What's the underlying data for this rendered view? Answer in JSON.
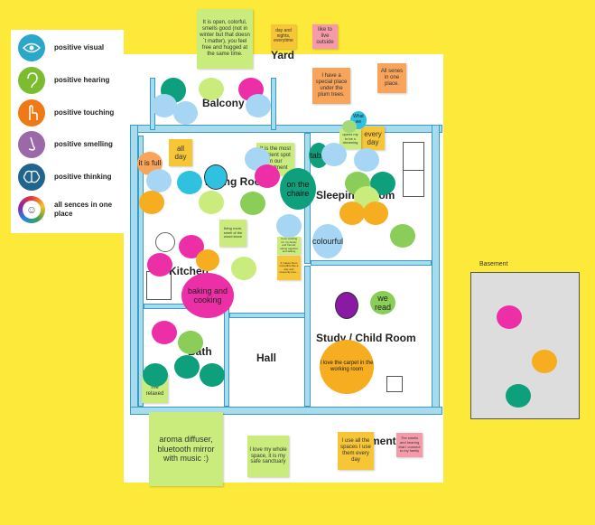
{
  "legend": [
    {
      "label": "positive visual",
      "icon": "eye-icon",
      "color": "#2aa7c9"
    },
    {
      "label": "positive hearing",
      "icon": "ear-icon",
      "color": "#7cbd2f"
    },
    {
      "label": "positive touching",
      "icon": "hand-icon",
      "color": "#ee7a17"
    },
    {
      "label": "positive smelling",
      "icon": "nose-icon",
      "color": "#9b68aa"
    },
    {
      "label": "positive thinking",
      "icon": "brain-icon",
      "color": "#20658d"
    },
    {
      "label": "all sences in one place",
      "icon": "smile-icon",
      "color": "#c04ee0"
    }
  ],
  "rooms": {
    "balcony": "Balcony",
    "living": "Living Room",
    "sleeping": "Sleeping Room",
    "kitchen": "Kitchen",
    "bath": "Bath",
    "hall": "Hall",
    "study": "Study / Child Room",
    "yard": "Yard",
    "basement": "Basement",
    "apartment": "ment"
  },
  "notes": {
    "top_note": "It is open, colorful, smells good (not in winter but that doesn´t matter), you feel free and hugged at the same time.",
    "day_night": "day and nights, everytime",
    "like_outside": "like to live outside",
    "plum": "I have a special place under the plum trees.",
    "all_senses": "All senes in one place.",
    "what": "What we",
    "opens": "opens my to be s dreaming",
    "every_day": "every day",
    "most_spot": "It is the most efficient spot in our apartment",
    "all_day": "all day",
    "it_is_full": "it is full",
    "table": "table",
    "on_the_chair": "on the chaire",
    "living_note": "living room, smell of the wood stove",
    "tiny_note_1": "I love cooking for my family and friends, eating together and talking",
    "tiny_note_2": "It makes them incredible like a day and heavenly love...",
    "colourful": "colourful",
    "baking": "baking and cooking",
    "we_read": "we read",
    "carpet": "I love the carpet in the working room",
    "makes_relaxed": "makes me relaxed",
    "aroma": "aroma diffuser, bluetooth mirror with music :)",
    "whole_space": "I love my whole space, it is my safe sanctuary",
    "use_spaces": "I use all the spaces I use them every day",
    "pink_small": "The smells and hearing that I connect to my family"
  }
}
